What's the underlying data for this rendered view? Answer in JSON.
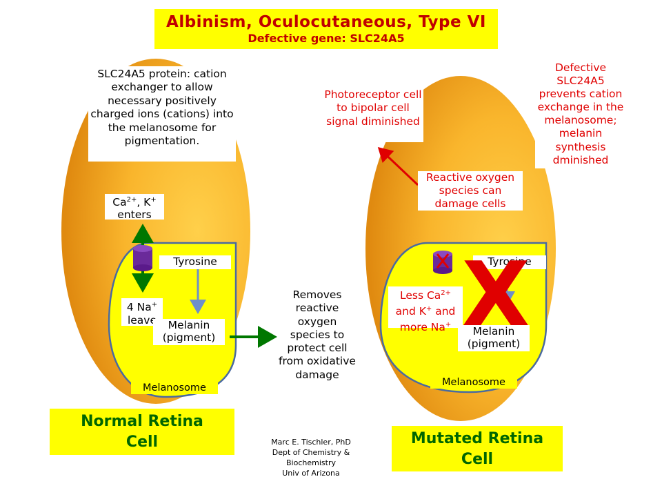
{
  "header": {
    "title": "Albinism, Oculocutaneous, Type VI",
    "subtitle": "Defective gene: SLC24A5"
  },
  "normal": {
    "protein_text": "SLC24A5 protein: cation exchanger to allow necessary positively charged ions (cations) into the melanosome for pigmentation.",
    "ions_enter_html": [
      "Ca",
      "2+",
      ", K",
      "+",
      "enters"
    ],
    "ions_enter": {
      "line1_a": "Ca",
      "sup1": "2+",
      "line1_b": ", K",
      "sup2": "+",
      "line2": "enters"
    },
    "na_leave": {
      "line1": "4 Na",
      "sup": "+",
      "line2": "leave"
    },
    "tyrosine": "Tyrosine",
    "melanin": {
      "line1": "Melanin",
      "line2": "(pigment)"
    },
    "melanosome": "Melanosome",
    "cell_label": {
      "line1": "Normal Retina",
      "line2": "Cell"
    }
  },
  "middle": {
    "removes_text": "Removes reactive oxygen species to protect cell from oxidative damage"
  },
  "mutated": {
    "photoreceptor_text": "Photoreceptor cell to bipolar cell signal diminished",
    "ros_text": "Reactive oxygen species can damage cells",
    "defective_text": "Defective SLC24A5 prevents cation exchange in the melanosome; melanin synthesis dminished",
    "less_ca": {
      "line1_a": "Less Ca",
      "sup1": "2+",
      "line2_a": "and K",
      "sup2": "+",
      "line2_b": " and",
      "line3_a": "more Na",
      "sup3": "+"
    },
    "tyrosine": "Tyrosine",
    "melanin": {
      "line1": "Melanin",
      "line2": "(pigment)"
    },
    "melanosome": "Melanosome",
    "big_x": "X",
    "cell_label": {
      "line1": "Mutated Retina",
      "line2": "Cell"
    }
  },
  "credit": {
    "line1": "Marc  E. Tischler, PhD",
    "line2": "Dept of Chemistry &",
    "line3": "Biochemistry",
    "line4": "Univ of Arizona"
  },
  "colors": {
    "title_bg": "#ffff00",
    "title_text": "#c00000",
    "cell_orange": "#f5a623",
    "melanosome_yellow": "#ffff00",
    "arrow_green": "#007700",
    "arrow_blue": "#6e8fc9",
    "arrow_red": "#e00000",
    "channel_purple": "#6a2a9a"
  }
}
